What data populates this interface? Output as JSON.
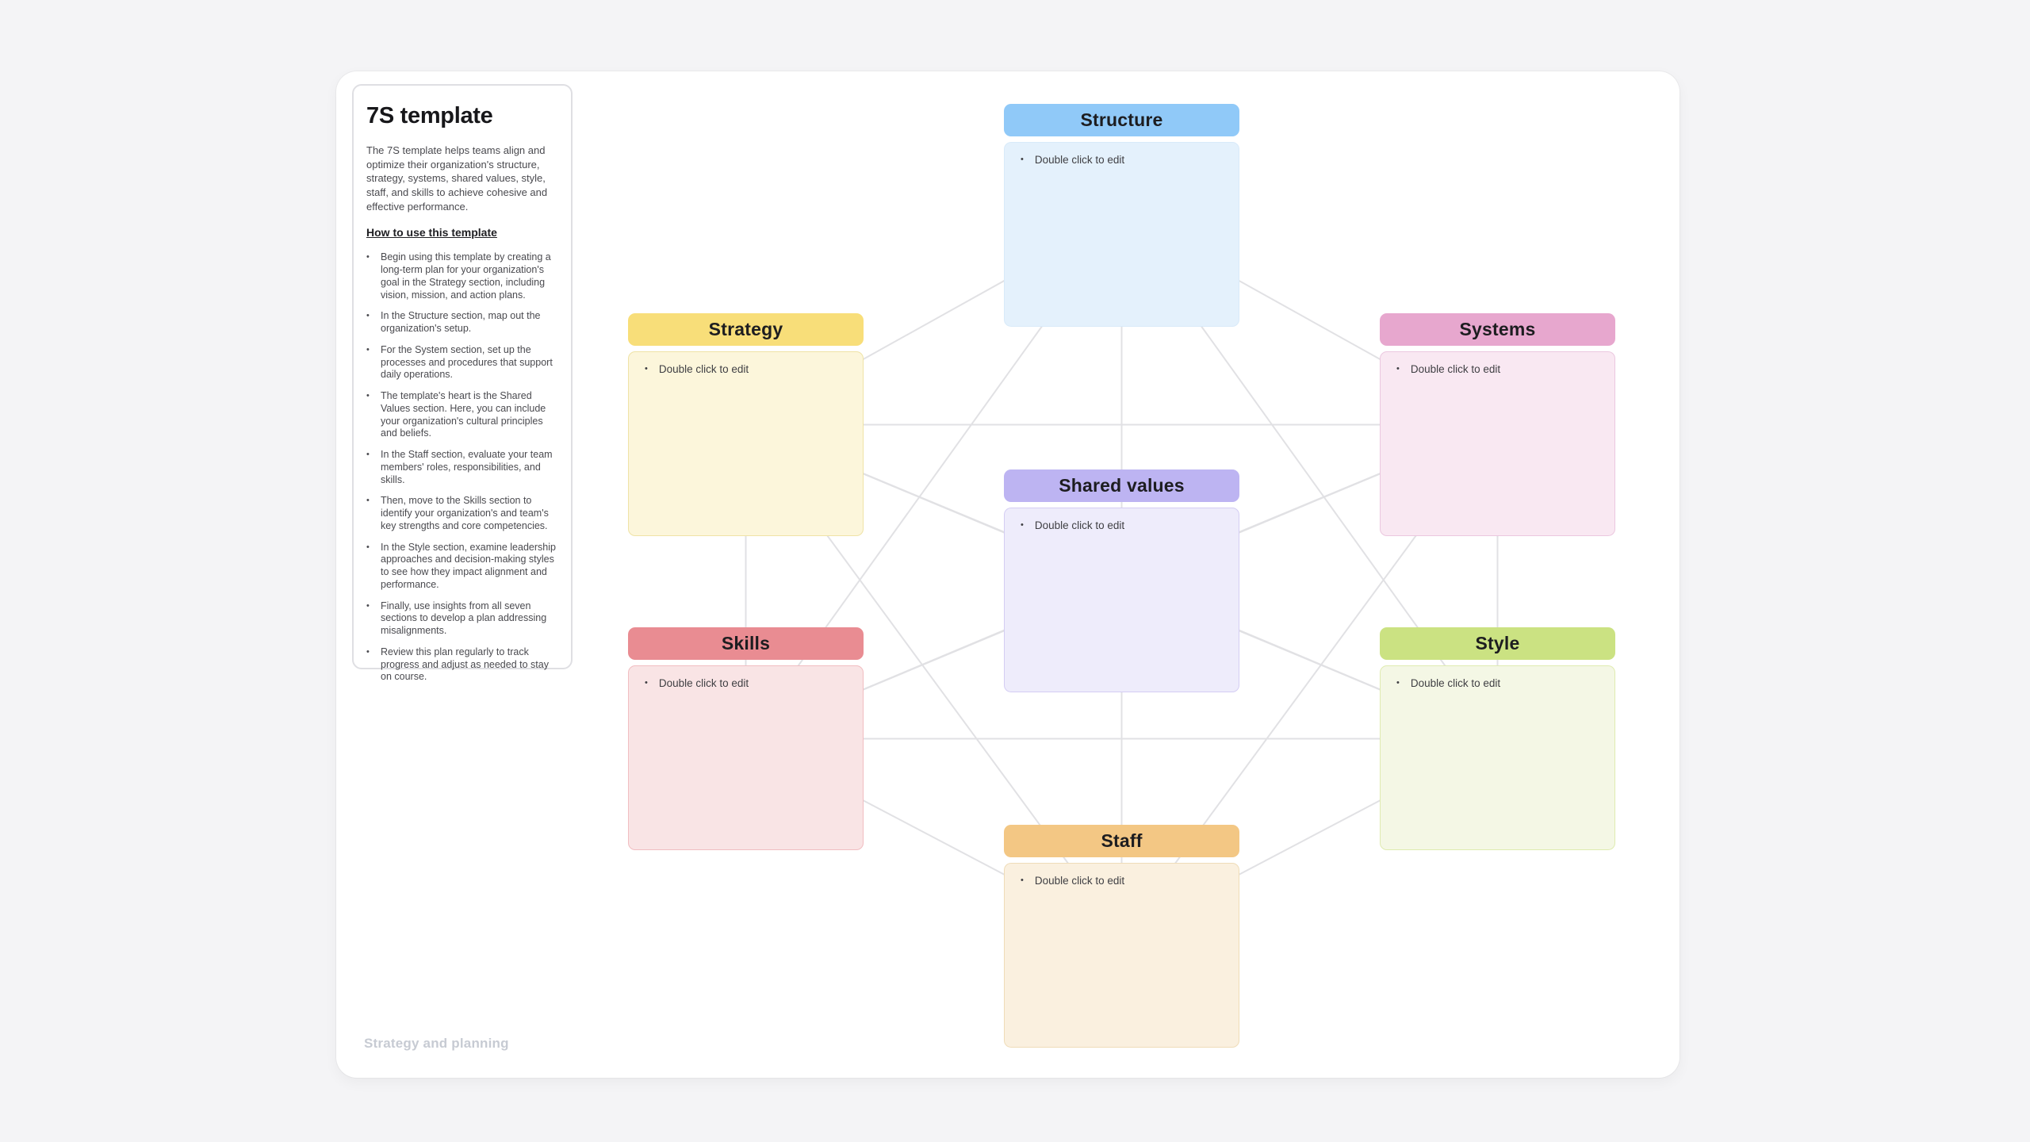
{
  "canvas_label": "Strategy and planning",
  "bullet": "•",
  "panel": {
    "title": "7S template",
    "intro": "The 7S template helps teams align and optimize their organization's structure, strategy, systems, shared values, style, staff, and skills to achieve cohesive and effective performance.",
    "howto_heading": "How to use this template",
    "instructions": [
      "Begin using this template by creating a long-term plan for your organization's goal in the Strategy section, including vision, mission, and action plans.",
      "In the Structure section, map out the organization's setup.",
      "For the System section, set up the processes and procedures that support daily operations.",
      "The template's heart is the Shared Values section. Here, you can include your organization's cultural principles and beliefs.",
      "In the Staff section, evaluate your team members' roles, responsibilities, and skills.",
      "Then, move to the Skills section to identify your organization's and team's key strengths and core competencies.",
      "In the Style section, examine leadership approaches and decision-making styles to see how they impact alignment and performance.",
      "Finally, use insights from all seven sections to develop a plan addressing misalignments.",
      "Review this plan regularly to track progress and adjust as needed to stay on course."
    ]
  },
  "nodes": [
    {
      "id": "structure",
      "label": "Structure",
      "note": "Double click to edit",
      "header_color": "#90C9F8",
      "body_color": "#E4F1FC",
      "border_color": "#D8EAF9"
    },
    {
      "id": "strategy",
      "label": "Strategy",
      "note": "Double click to edit",
      "header_color": "#F8DE79",
      "body_color": "#FCF6DB",
      "border_color": "#EFE3A6"
    },
    {
      "id": "systems",
      "label": "Systems",
      "note": "Double click to edit",
      "header_color": "#E7A7CE",
      "body_color": "#F9E8F2",
      "border_color": "#EBC7DF"
    },
    {
      "id": "shared_values",
      "label": "Shared values",
      "note": "Double click to edit",
      "header_color": "#BDB4F2",
      "body_color": "#EEECFB",
      "border_color": "#D4CDF3"
    },
    {
      "id": "skills",
      "label": "Skills",
      "note": "Double click to edit",
      "header_color": "#E98C92",
      "body_color": "#F9E4E5",
      "border_color": "#F1BDC1"
    },
    {
      "id": "style",
      "label": "Style",
      "note": "Double click to edit",
      "header_color": "#CBE282",
      "body_color": "#F4F7E5",
      "border_color": "#DFEBB0"
    },
    {
      "id": "staff",
      "label": "Staff",
      "note": "Double click to edit",
      "header_color": "#F3C784",
      "body_color": "#FAF0DF",
      "border_color": "#EFDCB8"
    }
  ],
  "colors": {
    "page_bg": "#F4F4F6",
    "canvas_bg": "#FFFFFF",
    "connector_line": "#E1E1E4",
    "footer_label": "#C7CBD3"
  }
}
